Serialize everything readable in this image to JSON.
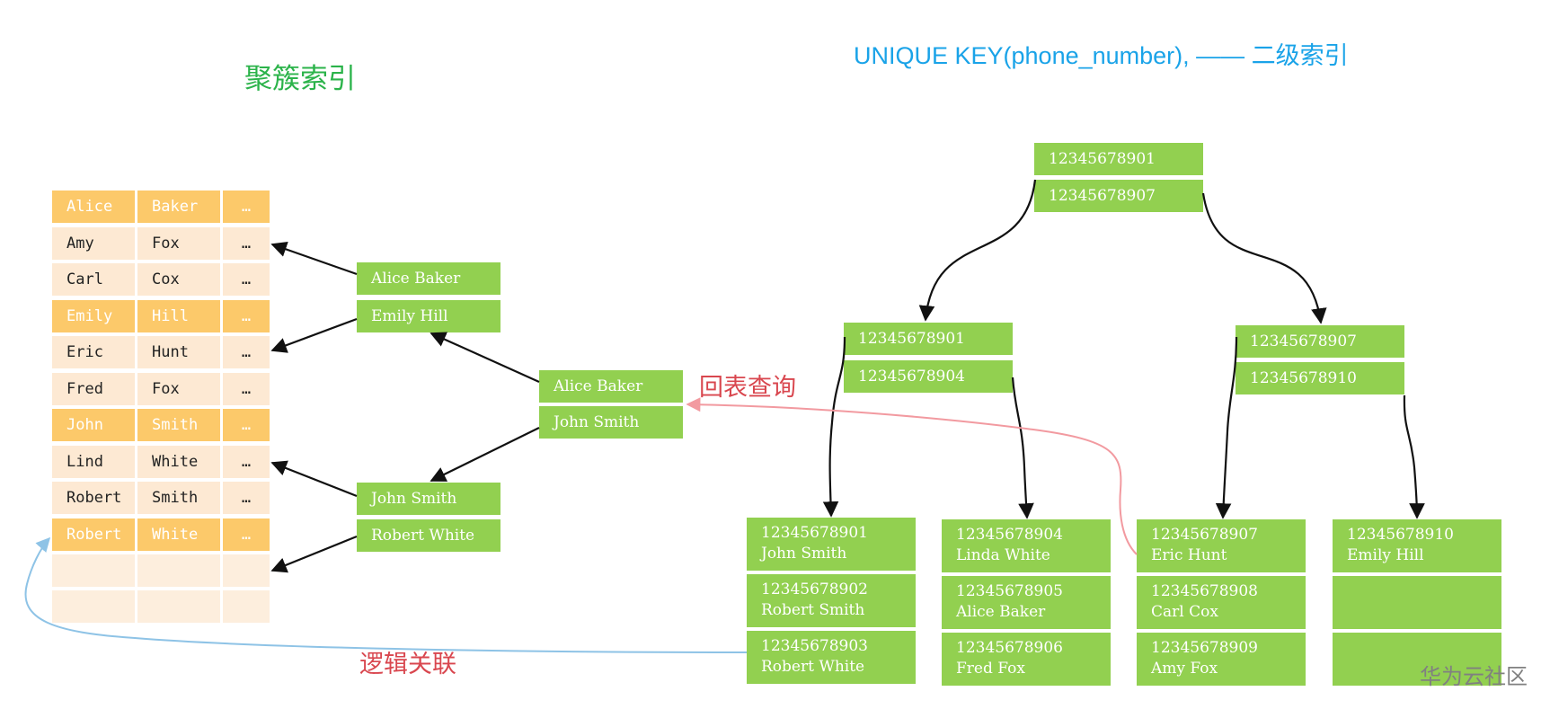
{
  "titles": {
    "clustered_index": "聚簇索引",
    "secondary_index": "UNIQUE KEY(phone_number), —— 二级索引"
  },
  "labels": {
    "back_to_table": "回表查询",
    "logical_link": "逻辑关联"
  },
  "watermark": "华为云社区",
  "colors": {
    "row_highlight": "#fcc96a",
    "row_normal": "#fde9d3",
    "node_green": "#92d050",
    "title_green": "#2bb34a",
    "title_blue": "#1aa3e8",
    "label_red": "#d9474f",
    "back_arrow": "#f29aa0",
    "logic_arrow": "#8ec3e6"
  },
  "clustered_table": {
    "rows": [
      {
        "first": "Alice",
        "last": "Baker",
        "more": "…",
        "highlight": true
      },
      {
        "first": "Amy",
        "last": "Fox",
        "more": "…",
        "highlight": false
      },
      {
        "first": "Carl",
        "last": "Cox",
        "more": "…",
        "highlight": false
      },
      {
        "first": "Emily",
        "last": "Hill",
        "more": "…",
        "highlight": true
      },
      {
        "first": "Eric",
        "last": "Hunt",
        "more": "…",
        "highlight": false
      },
      {
        "first": "Fred",
        "last": "Fox",
        "more": "…",
        "highlight": false
      },
      {
        "first": "John",
        "last": "Smith",
        "more": "…",
        "highlight": true
      },
      {
        "first": "Lind",
        "last": "White",
        "more": "…",
        "highlight": false
      },
      {
        "first": "Robert",
        "last": "Smith",
        "more": "…",
        "highlight": false
      },
      {
        "first": "Robert",
        "last": "White",
        "more": "…",
        "highlight": true
      }
    ]
  },
  "clustered_tree": {
    "level1": [
      "Alice Baker",
      "Emily Hill",
      "John Smith",
      "Robert White"
    ],
    "root": [
      "Alice Baker",
      "John Smith"
    ]
  },
  "secondary_tree": {
    "root": [
      "12345678901",
      "12345678907"
    ],
    "inner_left": [
      "12345678901",
      "12345678904"
    ],
    "inner_right": [
      "12345678907",
      "12345678910"
    ],
    "leaves": [
      [
        {
          "phone": "12345678901",
          "name": "John Smith"
        },
        {
          "phone": "12345678902",
          "name": "Robert Smith"
        },
        {
          "phone": "12345678903",
          "name": "Robert White"
        }
      ],
      [
        {
          "phone": "12345678904",
          "name": "Linda White"
        },
        {
          "phone": "12345678905",
          "name": "Alice Baker"
        },
        {
          "phone": "12345678906",
          "name": "Fred Fox"
        }
      ],
      [
        {
          "phone": "12345678907",
          "name": "Eric Hunt"
        },
        {
          "phone": "12345678908",
          "name": "Carl Cox"
        },
        {
          "phone": "12345678909",
          "name": "Amy Fox"
        }
      ],
      [
        {
          "phone": "12345678910",
          "name": "Emily Hill"
        }
      ]
    ]
  }
}
